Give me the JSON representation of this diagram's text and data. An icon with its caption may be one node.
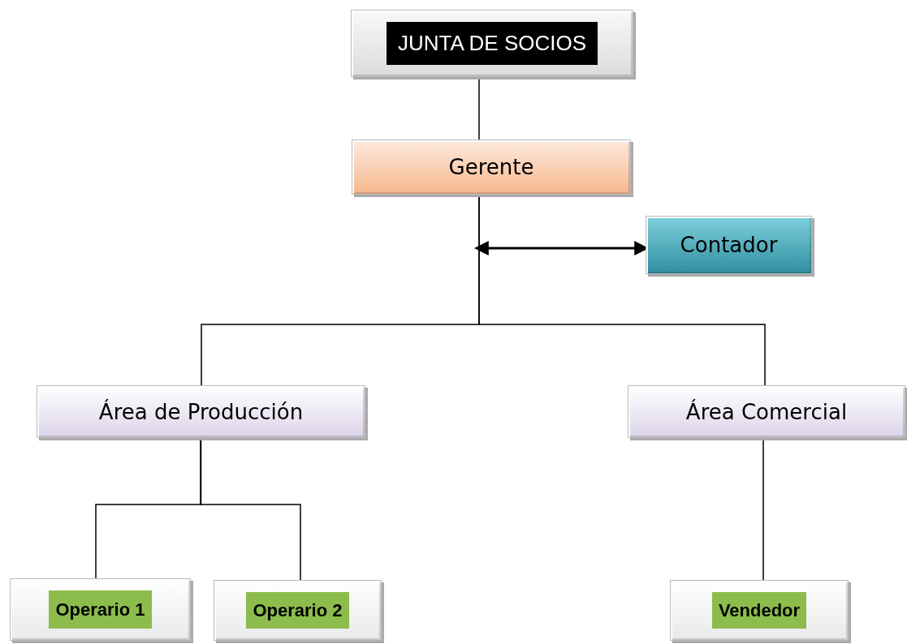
{
  "diagram": {
    "nodes": [
      {
        "text": [
          "JUNTA DE SOCIOS"
        ]
      },
      {
        "text": [
          "Gerente"
        ]
      },
      {
        "text": [
          "Contador"
        ]
      },
      {
        "text": [
          "Área de Producción"
        ]
      },
      {
        "text": [
          "Área Comercial"
        ]
      },
      {
        "text": [
          "Operario 1"
        ]
      },
      {
        "text": [
          "Operario 2"
        ]
      },
      {
        "text": [
          "Vendedor"
        ]
      }
    ],
    "edges": [
      {
        "from": 0,
        "to": 1,
        "arrow": "none"
      },
      {
        "from": 1,
        "to": 3,
        "arrow": "none"
      },
      {
        "from": 1,
        "to": 4,
        "arrow": "none"
      },
      {
        "from": null,
        "to": 2,
        "arrow": "both"
      },
      {
        "from": 3,
        "to": 5,
        "arrow": "none"
      },
      {
        "from": 3,
        "to": 6,
        "arrow": "none"
      },
      {
        "from": 4,
        "to": 7,
        "arrow": "none"
      }
    ]
  }
}
